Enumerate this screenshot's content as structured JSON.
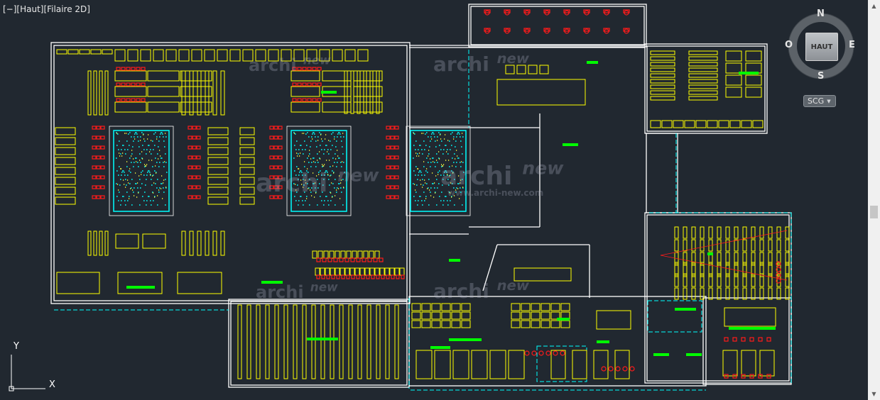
{
  "viewport": {
    "label": "[−][Haut][Filaire 2D]"
  },
  "viewcube": {
    "face": "HAUT",
    "north": "N",
    "south": "S",
    "east": "E",
    "west": "O"
  },
  "coordinate_system": {
    "label": "SCG",
    "dropdown_icon": "triangle-down-icon"
  },
  "ucs_icon": {
    "x_label": "X",
    "y_label": "Y"
  },
  "scrollbar": {
    "up_icon": "triangle-up-icon",
    "down_icon": "triangle-down-icon",
    "thumb_position": 0.53
  },
  "watermark": {
    "text_primary": "archi",
    "text_secondary": "new",
    "text_url": "www.archi-new.com"
  },
  "colors": {
    "background": "#212830",
    "walls": "#ffffff",
    "furniture": "#ffff00",
    "seats": "#ff1a1a",
    "hatch": "#00ffff",
    "labels": "#00ff00",
    "axis": "#5588cc"
  }
}
